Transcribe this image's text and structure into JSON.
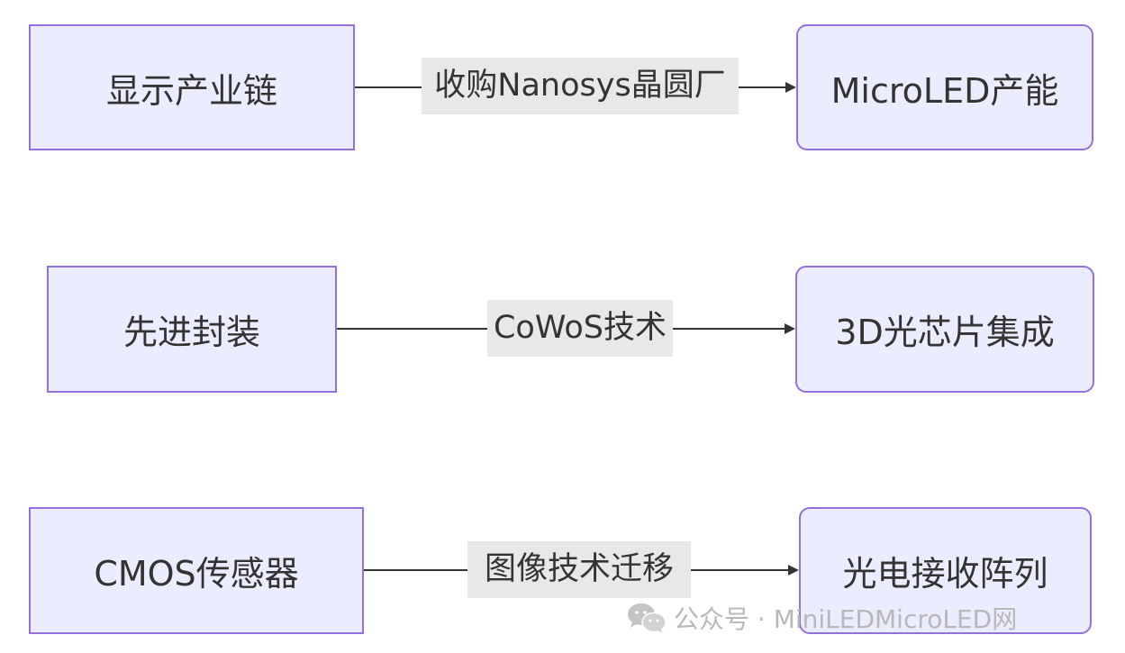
{
  "rows": [
    {
      "source": "显示产业链",
      "edge": "收购Nanosys晶圆厂",
      "target": "MicroLED产能"
    },
    {
      "source": "先进封装",
      "edge": "CoWoS技术",
      "target": "3D光芯片集成"
    },
    {
      "source": "CMOS传感器",
      "edge": "图像技术迁移",
      "target": "光电接收阵列"
    }
  ],
  "watermark": {
    "text": "公众号 · MiniLEDMicroLED网",
    "icon": "wechat-icon"
  },
  "colors": {
    "node_fill": "#ECECFF",
    "node_border": "#9370DB",
    "edge": "#333333",
    "edge_label_bg": "#e8e8e8",
    "text": "#333333"
  }
}
